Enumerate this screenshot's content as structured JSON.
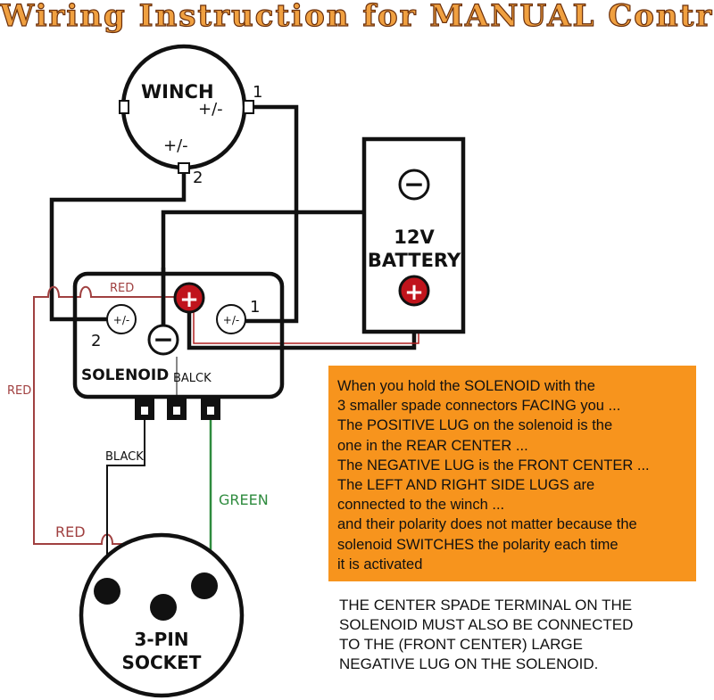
{
  "title": "Wiring Instruction for MANUAL Control",
  "winch": {
    "label": "WINCH",
    "terminal_1_polarity": "+/-",
    "terminal_2_polarity": "+/-",
    "terminal_1_number": "1",
    "terminal_2_number": "2"
  },
  "battery": {
    "label_line1": "12V",
    "label_line2": "BATTERY",
    "negative_symbol": "−",
    "positive_symbol": "+"
  },
  "solenoid": {
    "label": "SOLENOID",
    "left_terminal_polarity": "+/-",
    "right_terminal_polarity": "+/-",
    "left_terminal_number": "2",
    "right_terminal_number": "1",
    "positive_symbol": "+",
    "negative_symbol": "−"
  },
  "socket": {
    "label_line1": "3-PIN",
    "label_line2": "SOCKET"
  },
  "wire_labels": {
    "red_top": "RED",
    "red_left": "RED",
    "red_bottom": "RED",
    "black_solenoid": "BALCK",
    "black_socket": "BLACK",
    "green": "GREEN"
  },
  "colors": {
    "title_fill": "#f0a040",
    "note_background": "#f7941d",
    "red_wire": "#a04040",
    "green_wire": "#2e8b3e",
    "positive_lug": "#c0141c"
  },
  "note_box": {
    "lines": [
      "When you hold the SOLENOID with the",
      "3 smaller spade connectors FACING you ...",
      "The POSITIVE LUG on the solenoid is the",
      "one in the REAR CENTER ...",
      "The NEGATIVE LUG is the FRONT CENTER ...",
      "The LEFT AND RIGHT SIDE LUGS are",
      "connected to the winch ...",
      "and their polarity does not matter because the",
      "solenoid SWITCHES the polarity each time",
      "it is activated"
    ]
  },
  "footer_note": {
    "lines": [
      "THE CENTER SPADE TERMINAL ON THE",
      "SOLENOID MUST ALSO BE CONNECTED",
      "TO THE (FRONT CENTER) LARGE",
      "NEGATIVE LUG ON THE SOLENOID."
    ]
  }
}
